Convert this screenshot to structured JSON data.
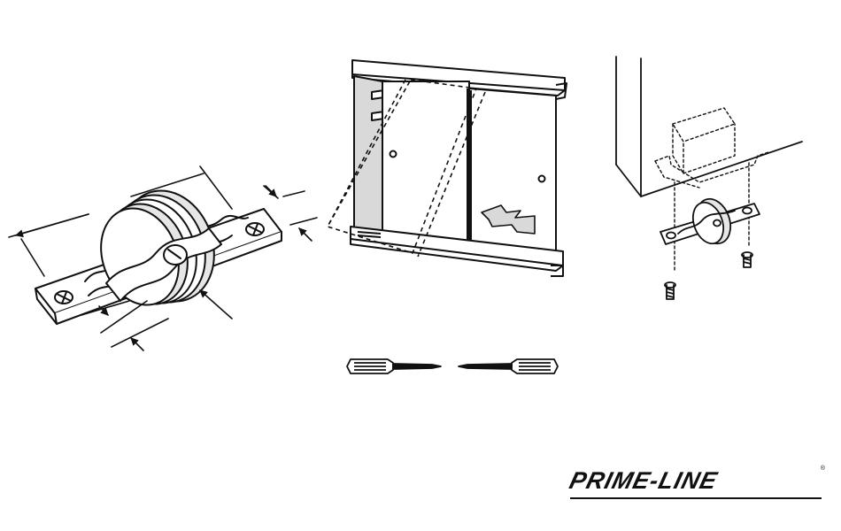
{
  "brand": {
    "name": "PRIME-LINE",
    "registered_mark": "®"
  },
  "illustrations": [
    {
      "id": "roller-assembly",
      "icon": "dimensioned-roller-icon"
    },
    {
      "id": "sliding-door-cabinet",
      "icon": "sliding-door-icon"
    },
    {
      "id": "roller-mounting",
      "icon": "roller-mounting-icon"
    },
    {
      "id": "screwdrivers",
      "icon": "screwdriver-icon"
    }
  ],
  "colors": {
    "ink": "#111111",
    "panel_shade": "#d9d9d9",
    "wheel_shade": "#e6e6e6",
    "background": "#ffffff"
  }
}
